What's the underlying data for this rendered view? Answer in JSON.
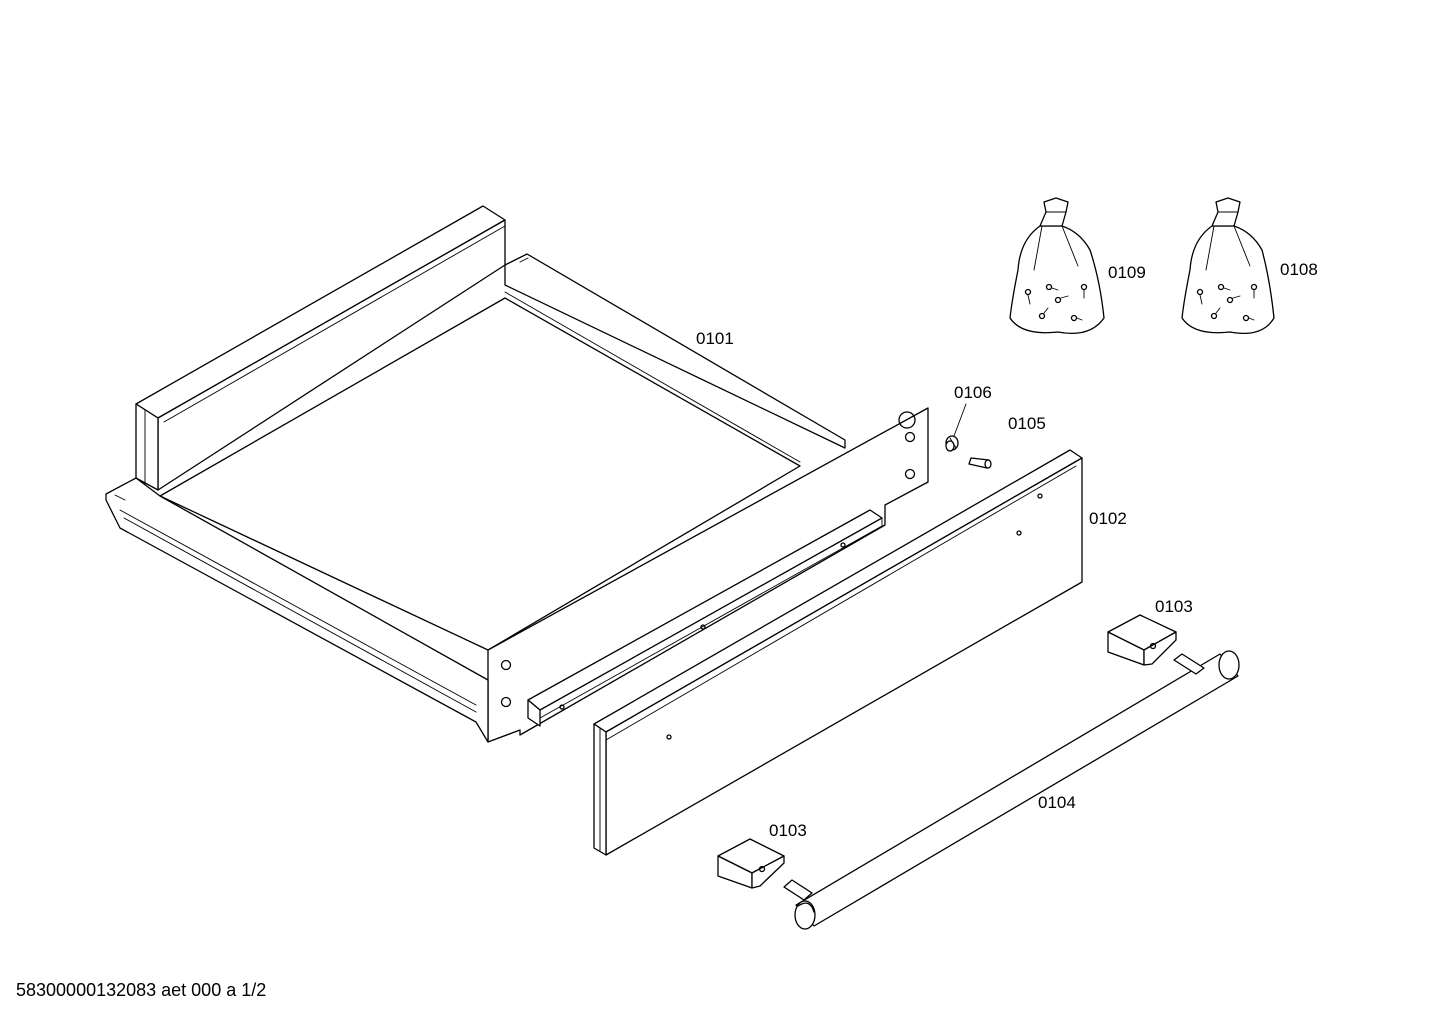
{
  "diagram": {
    "callouts": {
      "drawer_body": "0101",
      "front_panel": "0102",
      "handle_holder_upper": "0103",
      "handle_holder_lower": "0103",
      "handle_bar": "0104",
      "pin": "0105",
      "screw_cap": "0106",
      "screw_bag_a": "0108",
      "screw_bag_b": "0109"
    },
    "footer": "58300000132083 aet 000 a 1/2"
  }
}
